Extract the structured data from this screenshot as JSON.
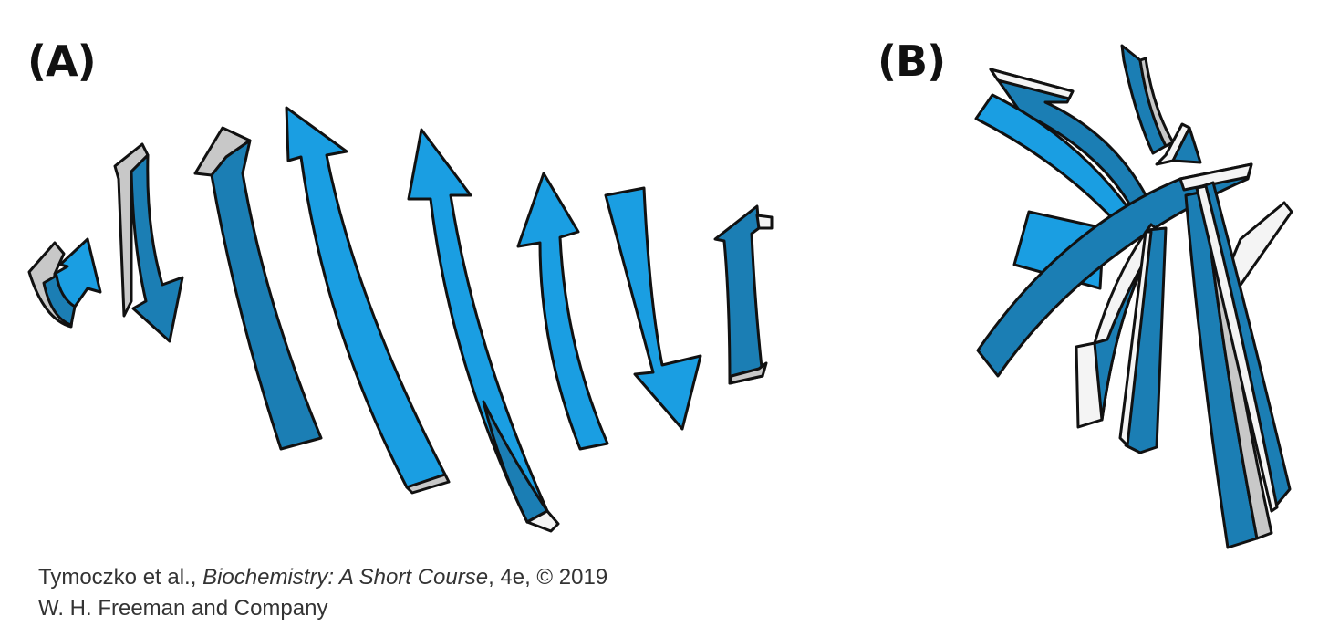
{
  "panels": [
    {
      "label": "(A)"
    },
    {
      "label": "(B)"
    }
  ],
  "credit": {
    "line1_prefix": "Tymoczko et al., ",
    "line1_title": "Biochemistry: A Short Course",
    "line1_suffix": ", 4e, © 2019",
    "line2": "W. H. Freeman and Company"
  },
  "colors": {
    "strand_light": "#1a9ee2",
    "strand_dark": "#1b7eb4",
    "edge_gray": "#c8c8c8",
    "edge_white": "#f4f4f4",
    "outline": "#111111"
  }
}
